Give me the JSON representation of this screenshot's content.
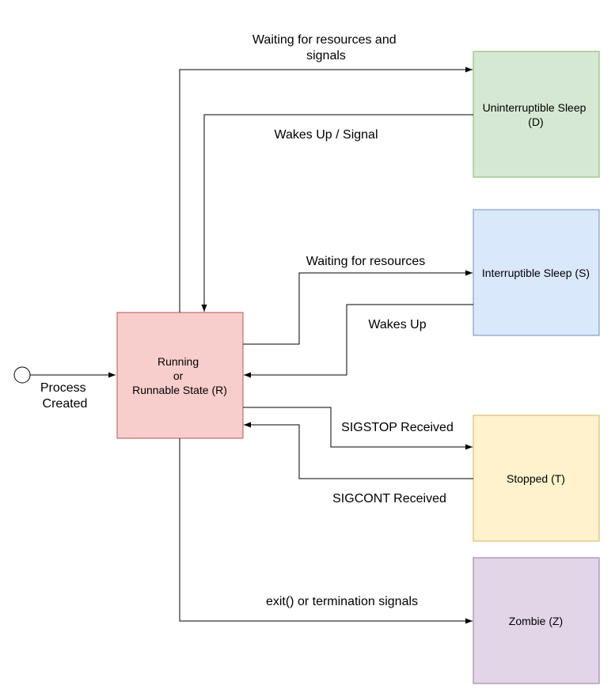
{
  "start": {
    "label_line1": "Process",
    "label_line2": "Created"
  },
  "states": {
    "running": {
      "line1": "Running",
      "line2": "or",
      "line3": "Runnable State (R)",
      "fill": "#f8cecc",
      "stroke": "#b85450"
    },
    "uninterruptible": {
      "line1": "Uninterruptible Sleep",
      "line2": "(D)",
      "fill": "#d5e8d4",
      "stroke": "#82b366"
    },
    "interruptible": {
      "line1": "Interruptible Sleep (S)",
      "fill": "#dae8fc",
      "stroke": "#6c8ebf"
    },
    "stopped": {
      "line1": "Stopped (T)",
      "fill": "#fff2cc",
      "stroke": "#d6b656"
    },
    "zombie": {
      "line1": "Zombie (Z)",
      "fill": "#e1d5e7",
      "stroke": "#9673a6"
    }
  },
  "edges": {
    "to_d": {
      "line1": "Waiting for resources and",
      "line2": "signals"
    },
    "from_d": {
      "line1": "Wakes Up / Signal"
    },
    "to_s": {
      "line1": "Waiting for resources"
    },
    "from_s": {
      "line1": "Wakes Up"
    },
    "to_t": {
      "line1": "SIGSTOP Received"
    },
    "from_t": {
      "line1": "SIGCONT Received"
    },
    "to_z": {
      "line1": "exit() or termination signals"
    }
  }
}
